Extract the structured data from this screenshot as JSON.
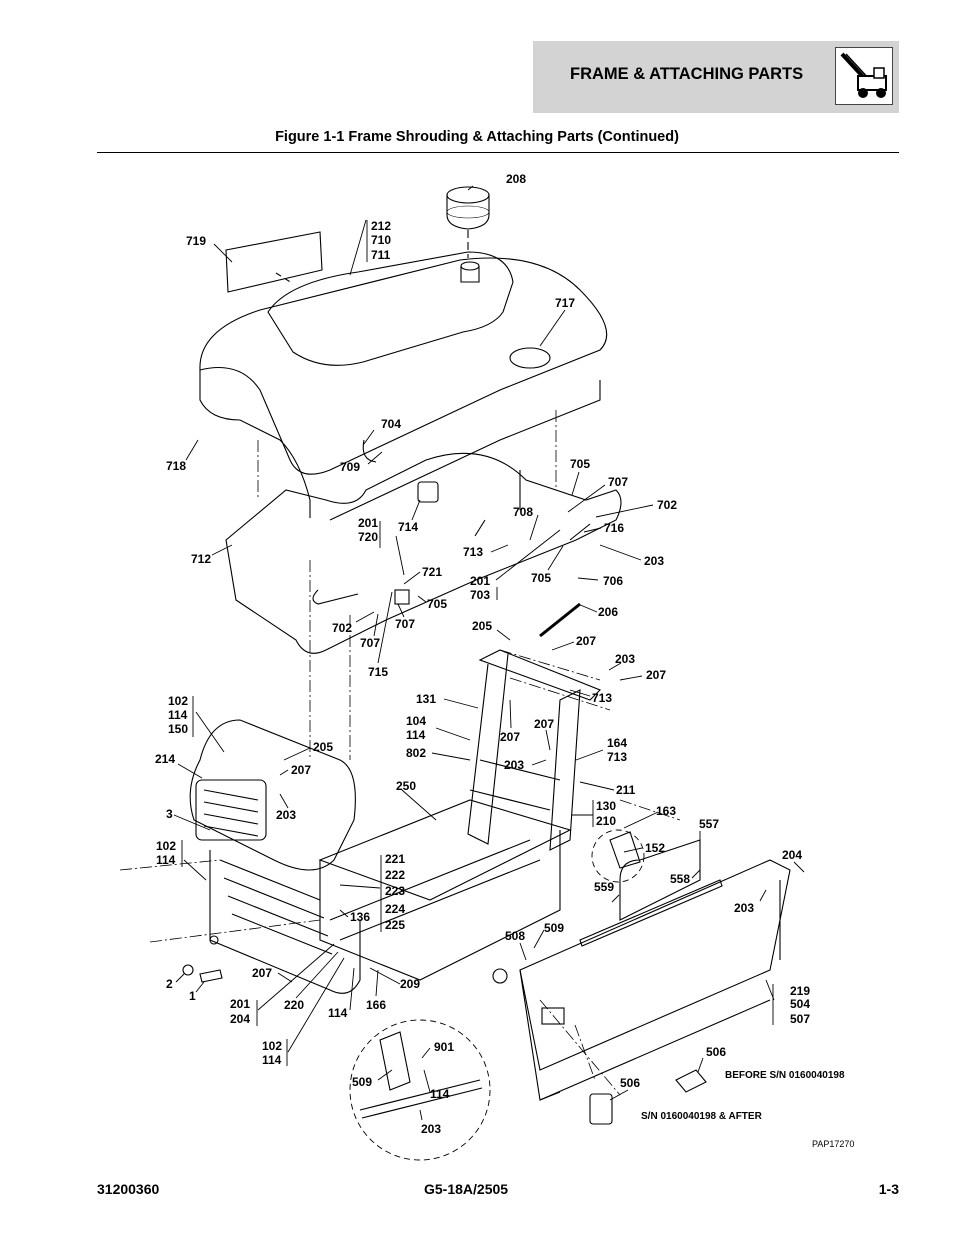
{
  "header": {
    "section_title": "FRAME & ATTACHING PARTS",
    "icon": "telehandler-machine-icon"
  },
  "figure": {
    "title": "Figure 1-1 Frame Shrouding & Attaching Parts (Continued)",
    "drawing_id": "PAP17270"
  },
  "callouts": {
    "c208": "208",
    "c212_stack": [
      "212",
      "710",
      "711"
    ],
    "c719": "719",
    "c717": "717",
    "c718": "718",
    "c704": "704",
    "c709": "709",
    "c201_720": [
      "201",
      "720"
    ],
    "c714": "714",
    "c712": "712",
    "c705a": "705",
    "c707a": "707",
    "c702a": "702",
    "c708": "708",
    "c716": "716",
    "c713a": "713",
    "c203a": "203",
    "c201_703": [
      "201",
      "703"
    ],
    "c705b": "705",
    "c706": "706",
    "c721": "721",
    "c705c": "705",
    "c702b": "702",
    "c707b": "707",
    "c707c": "707",
    "c715": "715",
    "c206": "206",
    "c205a": "205",
    "c207a": "207",
    "c203b": "203",
    "c207b": "207",
    "c131": "131",
    "c713b": "713",
    "c104_114": [
      "104",
      "114"
    ],
    "c207c": "207",
    "c207d": "207",
    "c802": "802",
    "c203c": "203",
    "c164_713": [
      "164",
      "713"
    ],
    "c211": "211",
    "c102_stack_a": [
      "102",
      "114",
      "150"
    ],
    "c205b": "205",
    "c207e": "207",
    "c214": "214",
    "c250": "250",
    "c3": "3",
    "c203d": "203",
    "c130_210": [
      "130",
      "210"
    ],
    "c163": "163",
    "c557": "557",
    "c152": "152",
    "c102_114_a": [
      "102",
      "114"
    ],
    "c221_stack": [
      "221",
      "222",
      "223",
      "224",
      "225"
    ],
    "c558": "558",
    "c204a": "204",
    "c559": "559",
    "c203e": "203",
    "c136": "136",
    "c509a": "509",
    "c508": "508",
    "c2": "2",
    "c1": "1",
    "c207f": "207",
    "c201_204": [
      "201",
      "204"
    ],
    "c220": "220",
    "c114a": "114",
    "c166": "166",
    "c209": "209",
    "c219_stack": [
      "219",
      "504",
      "507"
    ],
    "c102_114_b": [
      "102",
      "114"
    ],
    "c901": "901",
    "c509b": "509",
    "c114b": "114",
    "c203f": "203",
    "c506a": "506",
    "c506b": "506"
  },
  "notes": {
    "before_sn": "BEFORE S/N 0160040198",
    "after_sn": "S/N 0160040198 & AFTER"
  },
  "footer": {
    "doc_number": "31200360",
    "model": "G5-18A/2505",
    "page": "1-3"
  }
}
